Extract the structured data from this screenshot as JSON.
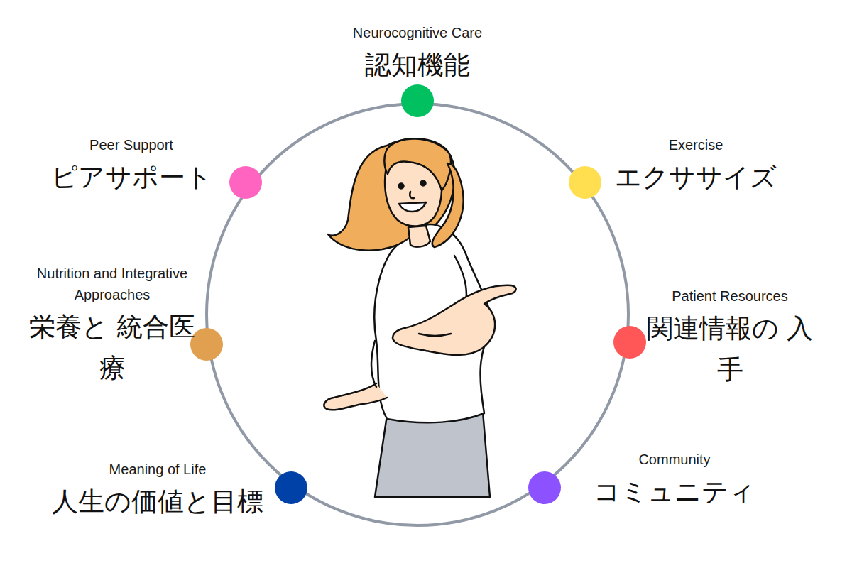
{
  "diagram": {
    "nodes": [
      {
        "text": [
          "Neurocognitive Care",
          "認知機能"
        ]
      },
      {
        "text": [
          "Peer Support",
          "ピアサポート"
        ]
      },
      {
        "text": [
          "Exercise",
          "エクササイズ"
        ]
      },
      {
        "text": [
          "Nutrition and Integrative Approaches",
          "栄養と 統合医療"
        ]
      },
      {
        "text": [
          "Patient Resources",
          "関連情報の 入手"
        ]
      },
      {
        "text": [
          "Meaning of Life",
          "人生の価値と目標"
        ]
      },
      {
        "text": [
          "Community",
          "コミュニティ"
        ]
      }
    ]
  }
}
